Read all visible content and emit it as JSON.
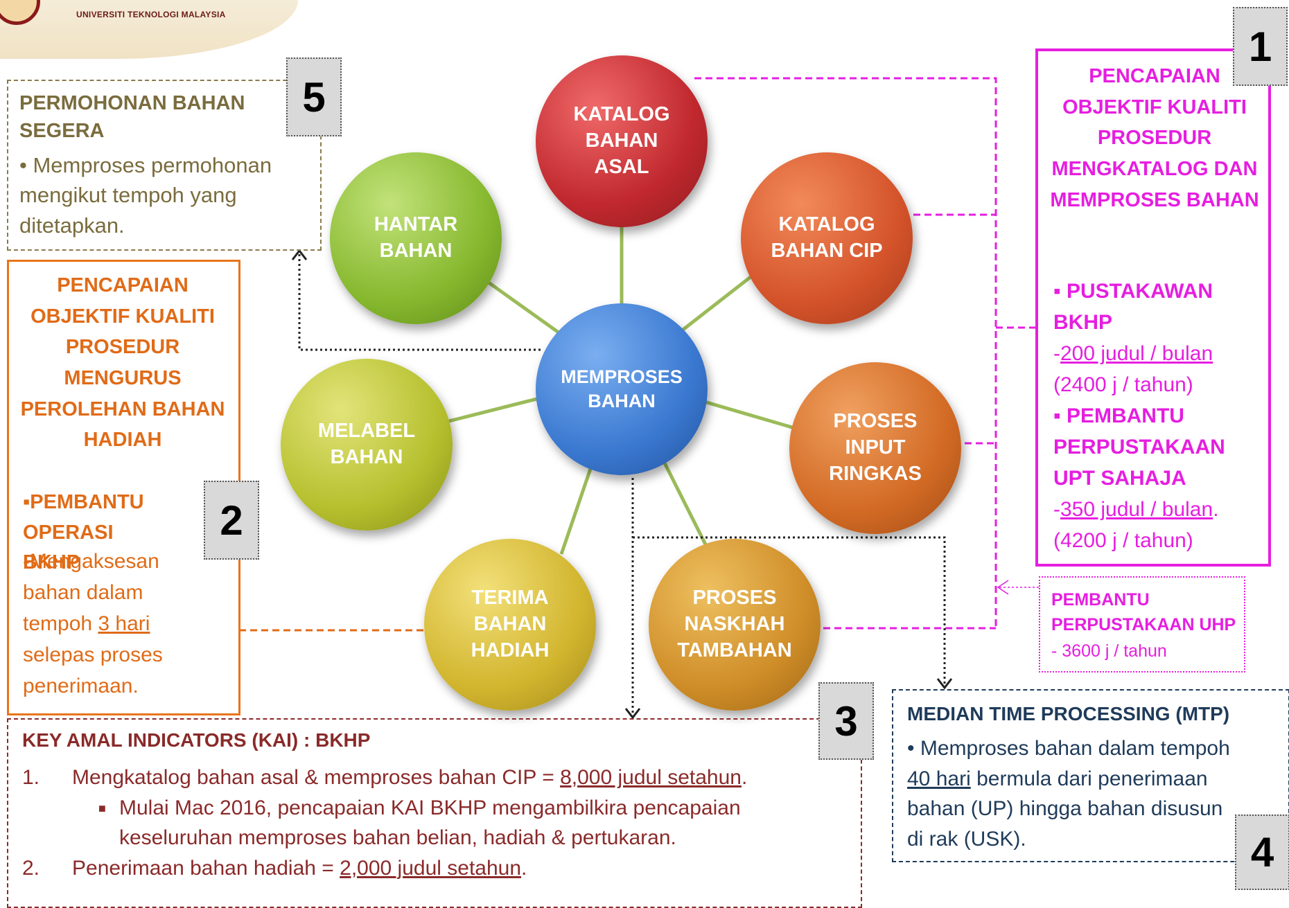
{
  "logo": {
    "text": "UNIVERSITI TEKNOLOGI MALAYSIA"
  },
  "center": {
    "label": "MEMPROSES\nBAHAN"
  },
  "nodes": {
    "katalog_asal": "KATALOG\nBAHAN\nASAL",
    "katalog_cip": "KATALOG\nBAHAN CIP",
    "proses_input": "PROSES\nINPUT\nRINGKAS",
    "proses_naskhah": "PROSES\nNASKHAH\nTAMBAHAN",
    "terima_hadiah": "TERIMA\nBAHAN\nHADIAH",
    "melabel": "MELABEL\nBAHAN",
    "hantar": "HANTAR\nBAHAN"
  },
  "box5": {
    "number": "5",
    "title": "PERMOHONAN BAHAN SEGERA",
    "body": "• Memproses permohonan mengikut tempoh yang ditetapkan."
  },
  "box2": {
    "number": "2",
    "title": "PENCAPAIAN OBJEKTIF KUALITI PROSEDUR MENGURUS PEROLEHAN BAHAN HADIAH",
    "bullet": "▪PEMBANTU OPERASI BKHP",
    "line_a": "-Mengaksesan bahan dalam tempoh ",
    "days": "3 hari",
    "line_b": " selepas proses penerimaan."
  },
  "box1": {
    "number": "1",
    "title": "PENCAPAIAN OBJEKTIF KUALITI PROSEDUR MENGKATALOG DAN MEMPROSES BAHAN",
    "b1_title": "▪ PUSTAKAWAN BKHP",
    "b1_target": "200 judul / bulan",
    "b1_year": "(2400 j / tahun)",
    "b2_title": "▪ PEMBANTU PERPUSTAKAAN UPT SAHAJA",
    "b2_target": "350 judul / bulan",
    "b2_year": "(4200 j / tahun)"
  },
  "box_uhp": {
    "title": "PEMBANTU PERPUSTAKAAN UHP",
    "value": "- 3600 j / tahun"
  },
  "box4": {
    "number": "4",
    "title": "MEDIAN TIME PROCESSING (MTP)",
    "body_a": "• Memproses bahan dalam tempoh ",
    "days": "40 hari",
    "body_b": " bermula dari penerimaan bahan (UP) hingga bahan disusun di rak (USK)."
  },
  "box3": {
    "number": "3",
    "title": "KEY AMAL INDICATORS (KAI) : BKHP",
    "item1_num": "1.",
    "item1_text": "Mengkatalog bahan asal & memproses bahan CIP = ",
    "item1_target": "8,000 judul setahun",
    "sub_bullet": "Mulai Mac 2016, pencapaian KAI BKHP mengambilkira pencapaian keseluruhan memproses bahan belian, hadiah & pertukaran.",
    "item2_num": "2.",
    "item2_text": "Penerimaan bahan hadiah = ",
    "item2_target": "2,000 judul setahun"
  },
  "colors": {
    "olive": "#7a6c3e",
    "orange": "#e06b17",
    "magenta": "#e61ee0",
    "navy": "#1f3b5a",
    "maroon": "#8a2a2a",
    "spoke": "#9bbb59"
  }
}
